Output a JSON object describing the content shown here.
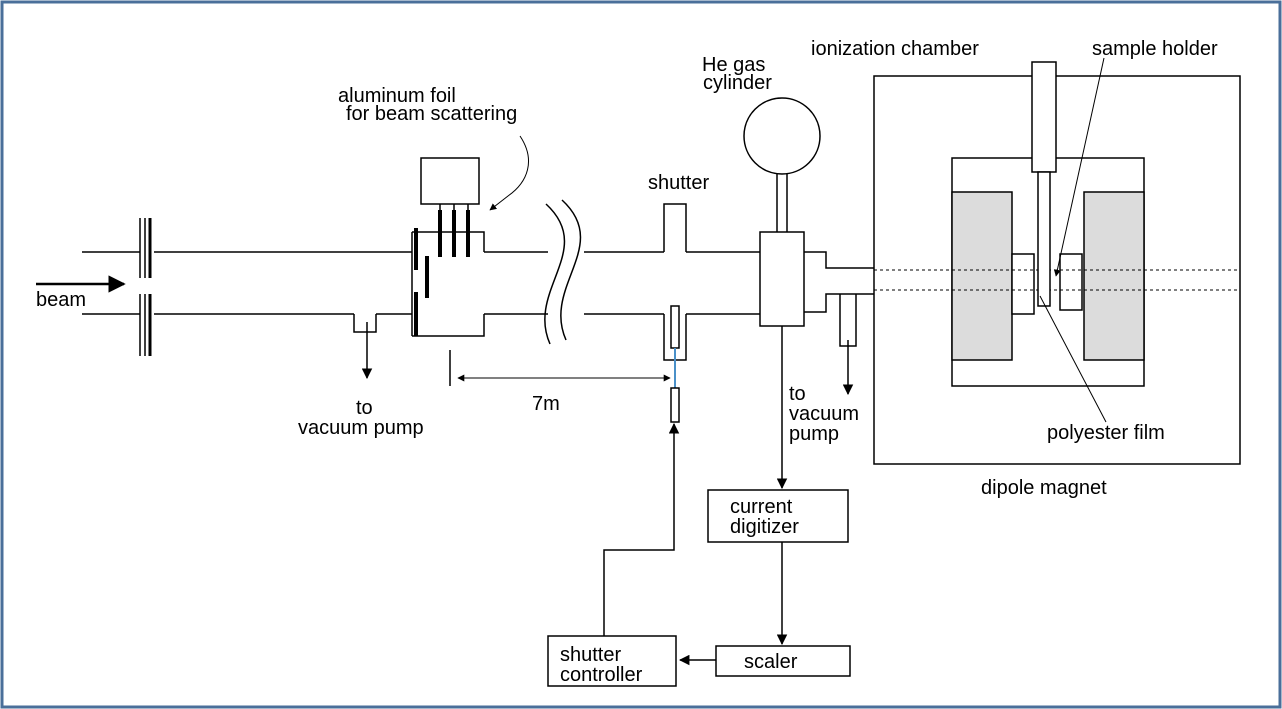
{
  "colors": {
    "frame": "#4a6f9a",
    "probe_wire": "#4a90c8",
    "magnet_pole": "#dcdcdc"
  },
  "labels": {
    "beam": "beam",
    "foil_line1": "aluminum foil",
    "foil_line2": "for beam scattering",
    "shutter": "shutter",
    "he_line1": "He gas",
    "he_line2": "cylinder",
    "ionization_chamber": "ionization chamber",
    "sample_holder": "sample holder",
    "pump1_line1": "to",
    "pump1_line2": "vacuum pump",
    "distance": "7m",
    "pump2_line1": "to",
    "pump2_line2": "vacuum",
    "pump2_line3": "pump",
    "polyester_film": "polyester film",
    "dipole_magnet": "dipole magnet",
    "current_digitizer_line1": "current",
    "current_digitizer_line2": "digitizer",
    "scaler": "scaler",
    "shutter_controller_line1": "shutter",
    "shutter_controller_line2": "controller"
  }
}
